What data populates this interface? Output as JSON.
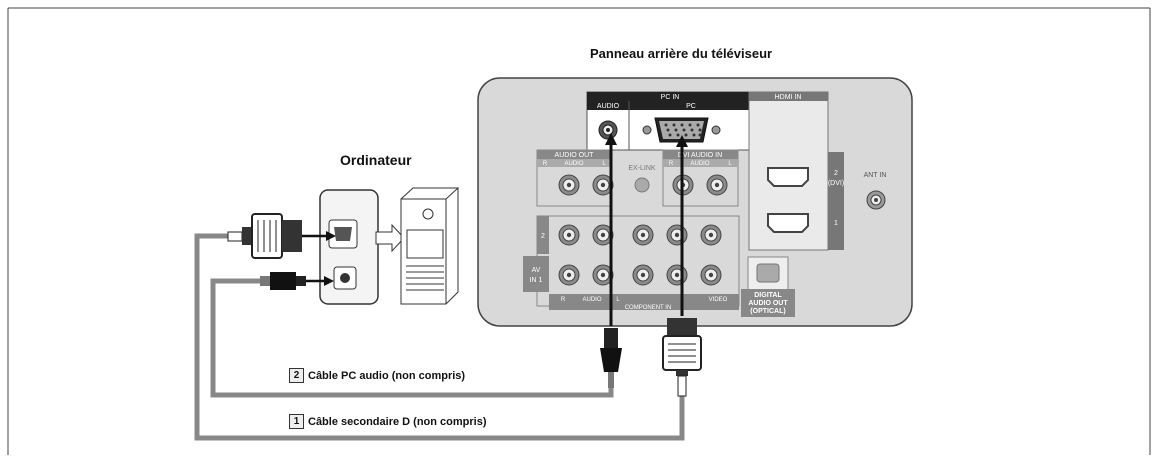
{
  "titles": {
    "tv_back_panel": "Panneau arrière du téléviseur",
    "computer": "Ordinateur"
  },
  "tv_panel": {
    "pc_in": "PC IN",
    "pc_in_audio": "AUDIO",
    "pc_in_pc": "PC",
    "hdmi_in": "HDMI IN",
    "hdmi_2": "2",
    "hdmi_2_dvi": "(DVI)",
    "hdmi_1": "1",
    "ant_in": "ANT IN",
    "audio_out": "AUDIO OUT",
    "ex_link": "EX-LINK",
    "dvi_audio_in": "DVI AUDIO IN",
    "audio": "AUDIO",
    "r": "R",
    "l": "L",
    "av_in": "AV",
    "in_1": "IN 1",
    "row_2": "2",
    "component_in": "COMPONENT IN",
    "video": "VIDEO",
    "digital_audio_out_1": "DIGITAL",
    "digital_audio_out_2": "AUDIO OUT",
    "digital_audio_out_3": "(OPTICAL)"
  },
  "cables": [
    {
      "number": "2",
      "label": "Câble PC audio (non compris)"
    },
    {
      "number": "1",
      "label": "Câble secondaire D (non compris)"
    }
  ],
  "colors": {
    "cable": "#888888",
    "panel_fill": "#d9d9d9",
    "dark_label": "#777777"
  }
}
